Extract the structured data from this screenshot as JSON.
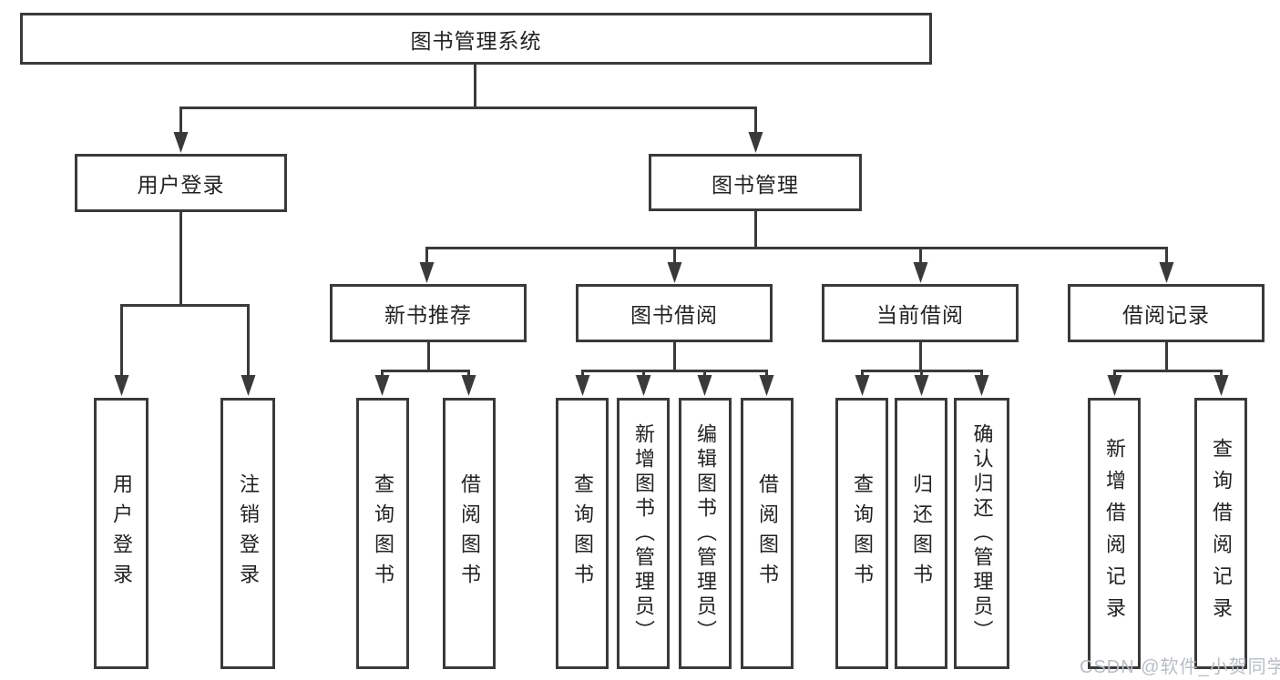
{
  "nodes": {
    "root": {
      "label": "图书管理系统"
    },
    "level2": [
      {
        "label": "用户登录"
      },
      {
        "label": "图书管理"
      }
    ],
    "level3": [
      {
        "label": "新书推荐",
        "parent": "图书管理"
      },
      {
        "label": "图书借阅",
        "parent": "图书管理"
      },
      {
        "label": "当前借阅",
        "parent": "图书管理"
      },
      {
        "label": "借阅记录",
        "parent": "图书管理"
      }
    ],
    "leaves": [
      {
        "label": "用户登录",
        "parent": "用户登录"
      },
      {
        "label": "注销登录",
        "parent": "用户登录"
      },
      {
        "label": "查询图书",
        "parent": "新书推荐"
      },
      {
        "label": "借阅图书",
        "parent": "新书推荐"
      },
      {
        "label": "查询图书",
        "parent": "图书借阅"
      },
      {
        "label": "新增图书（管理员）",
        "parent": "图书借阅"
      },
      {
        "label": "编辑图书（管理员）",
        "parent": "图书借阅"
      },
      {
        "label": "借阅图书",
        "parent": "图书借阅"
      },
      {
        "label": "查询图书",
        "parent": "当前借阅"
      },
      {
        "label": "归还图书",
        "parent": "当前借阅"
      },
      {
        "label": "确认归还（管理员）",
        "parent": "当前借阅"
      },
      {
        "label": "新增借阅记录",
        "parent": "借阅记录"
      },
      {
        "label": "查询借阅记录",
        "parent": "借阅记录"
      }
    ]
  },
  "watermark": "CSDN @软件_小贺同学",
  "colors": {
    "line": "#3a3a3a",
    "text": "#222222",
    "watermark": "#b9bdc4",
    "background": "#ffffff"
  }
}
